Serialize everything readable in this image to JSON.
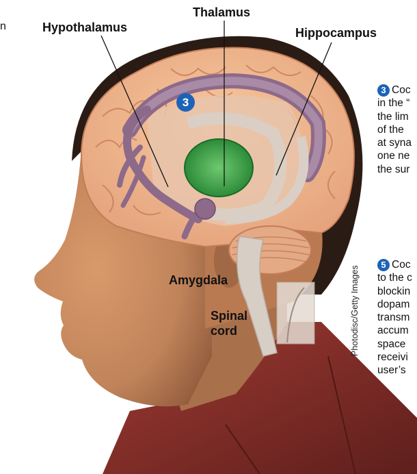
{
  "left_fragment": "n",
  "labels": {
    "hypothalamus": "Hypothalamus",
    "thalamus": "Thalamus",
    "hippocampus": "Hippocampus",
    "amygdala": "Amygdala",
    "spinal_cord_line1": "Spinal",
    "spinal_cord_line2": "cord"
  },
  "brain_badge": "3",
  "credit": "Photodisc/Getty Images",
  "caption3": {
    "number": "3",
    "lines": [
      "Coc",
      "in the “",
      "the lim",
      "of the",
      "at syna",
      "one ne",
      "the sur"
    ]
  },
  "caption5": {
    "number": "5",
    "lines": [
      "Coc",
      "to the c",
      "blockin",
      "dopam",
      "transm",
      "accum",
      "space",
      "receivi",
      "user’s"
    ]
  },
  "colors": {
    "skin": "#c98b5c",
    "hair": "#2a1c14",
    "shirt": "#7e2f2a",
    "brain": "#f1b98b",
    "limbic": "#8d6a8a",
    "thalamus": "#3aa14a",
    "badge": "#1c63b8"
  }
}
